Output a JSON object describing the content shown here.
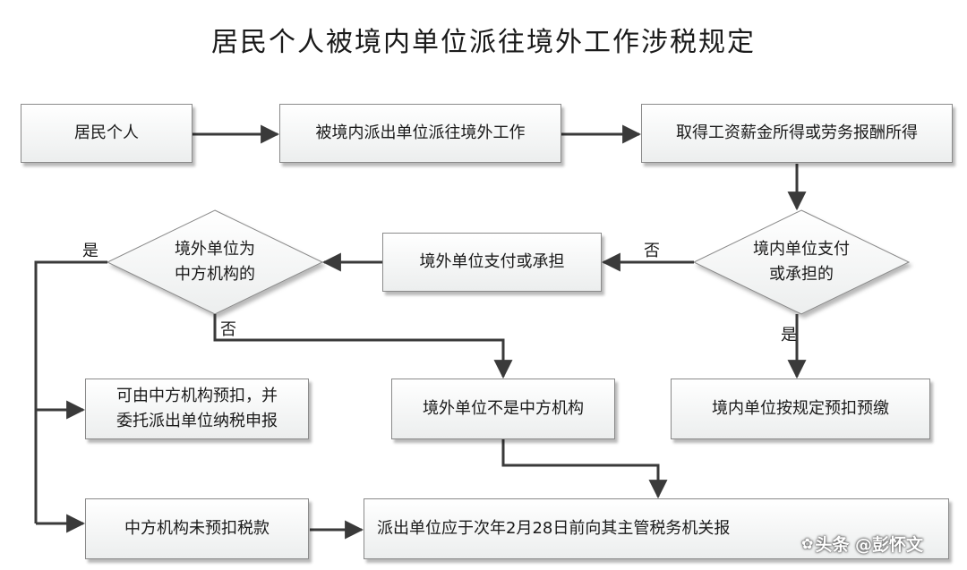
{
  "title": "居民个人被境内单位派往境外工作涉税规定",
  "nodes": {
    "resident": "居民个人",
    "dispatched": "被境内派出单位派往境外工作",
    "income": "取得工资薪金所得或劳务报酬所得",
    "domestic_pays_q": [
      "境内单位支付",
      "或承担的"
    ],
    "foreign_pays": "境外单位支付或承担",
    "foreign_is_china_q": [
      "境外单位为",
      "中方机构的"
    ],
    "china_withholds": [
      "可由中方机构预扣，并",
      "委托派出单位纳税申报"
    ],
    "foreign_not_china": "境外单位不是中方机构",
    "domestic_withholds": "境内单位按规定预扣预缴",
    "china_not_withheld": "中方机构未预扣税款",
    "declare": "派出单位应于次年2月28日前向其主管税务机关报"
  },
  "edge_labels": {
    "no_1": "否",
    "yes_1": "是",
    "yes_2": "是",
    "no_2": "否"
  },
  "watermark": "头条 @彭怀文"
}
